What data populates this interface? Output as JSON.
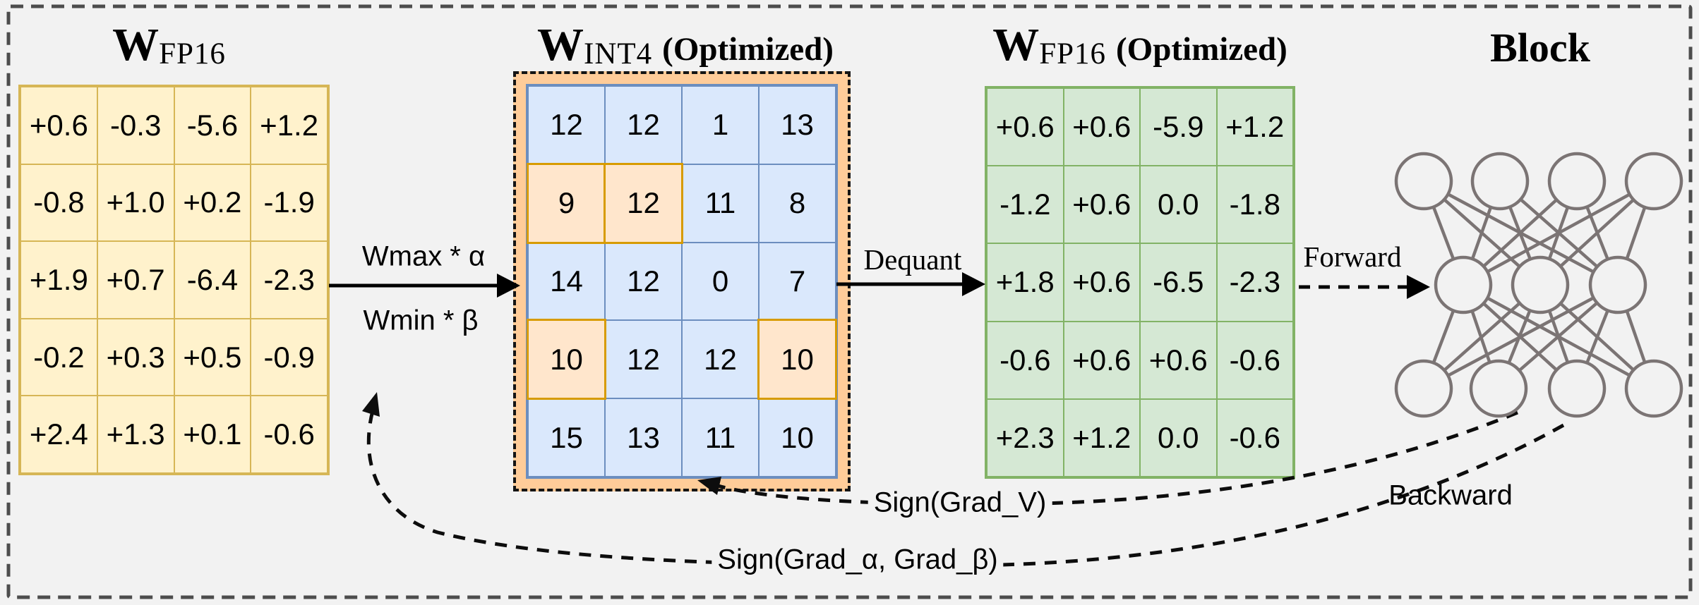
{
  "frame": {
    "bg": "#f2f2f2",
    "border_color": "#4d4d4d"
  },
  "titles": {
    "fp16": {
      "main": "W",
      "sub": "FP16",
      "suffix": ""
    },
    "int4": {
      "main": "W",
      "sub": "INT4",
      "suffix": "(Optimized)"
    },
    "fp16_opt": {
      "main": "W",
      "sub": "FP16",
      "suffix": "(Optimized)"
    },
    "block": "Block"
  },
  "matrices": {
    "fp16": {
      "fill": "#fff2cc",
      "border": "#d6b656",
      "rows": [
        [
          "+0.6",
          "-0.3",
          "-5.6",
          "+1.2"
        ],
        [
          "-0.8",
          "+1.0",
          "+0.2",
          "-1.9"
        ],
        [
          "+1.9",
          "+0.7",
          "-6.4",
          "-2.3"
        ],
        [
          "-0.2",
          "+0.3",
          "+0.5",
          "-0.9"
        ],
        [
          "+2.4",
          "+1.3",
          "+0.1",
          "-0.6"
        ]
      ]
    },
    "int4": {
      "fill": "#dae8fc",
      "border": "#6c8ebf",
      "highlight_fill": "#ffe6cc",
      "highlight_border": "#d79b00",
      "frame_fill": "#ffcc99",
      "rows": [
        [
          "12",
          "12",
          "1",
          "13"
        ],
        [
          "9",
          "12",
          "11",
          "8"
        ],
        [
          "14",
          "12",
          "0",
          "7"
        ],
        [
          "10",
          "12",
          "12",
          "10"
        ],
        [
          "15",
          "13",
          "11",
          "10"
        ]
      ],
      "highlighted": [
        [
          1,
          0
        ],
        [
          1,
          1
        ],
        [
          3,
          0
        ],
        [
          3,
          3
        ]
      ]
    },
    "fp16_opt": {
      "fill": "#d5e8d4",
      "border": "#82b366",
      "rows": [
        [
          "+0.6",
          "+0.6",
          "-5.9",
          "+1.2"
        ],
        [
          "-1.2",
          "+0.6",
          "0.0",
          "-1.8"
        ],
        [
          "+1.8",
          "+0.6",
          "-6.5",
          "-2.3"
        ],
        [
          "-0.6",
          "+0.6",
          "+0.6",
          "-0.6"
        ],
        [
          "+2.3",
          "+1.2",
          "0.0",
          "-0.6"
        ]
      ]
    }
  },
  "labels": {
    "wmax": "Wmax * α",
    "wmin": "Wmin * β",
    "dequant": "Dequant",
    "forward": "Forward",
    "backward": "Backward",
    "sign_v": "Sign(Grad_V)",
    "sign_ab": "Sign(Grad_α, Grad_β)"
  },
  "network": {
    "layers": [
      4,
      3,
      4
    ],
    "circle_color": "#7b7474"
  }
}
